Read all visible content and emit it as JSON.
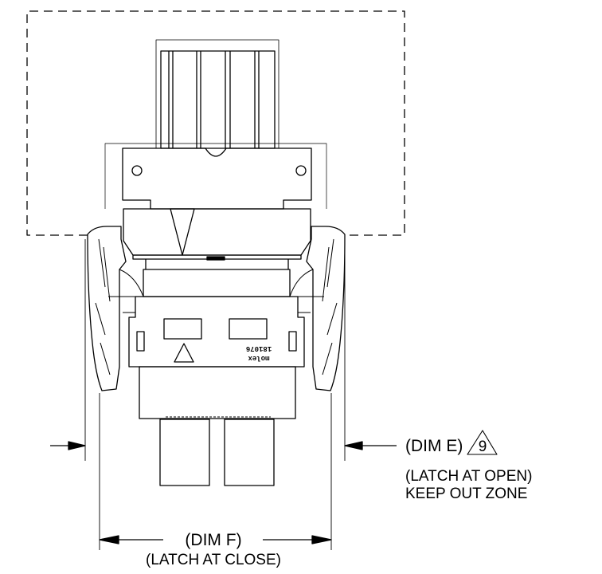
{
  "drawing": {
    "dim_e": {
      "label": "(DIM E)",
      "revision_flag": "9",
      "note_line1": "(LATCH AT OPEN)",
      "note_line2": "KEEP OUT ZONE"
    },
    "dim_f": {
      "label": "(DIM F)",
      "note": "(LATCH AT CLOSE)"
    },
    "part_markings": {
      "part_number": "181076",
      "brand": "molex"
    }
  }
}
